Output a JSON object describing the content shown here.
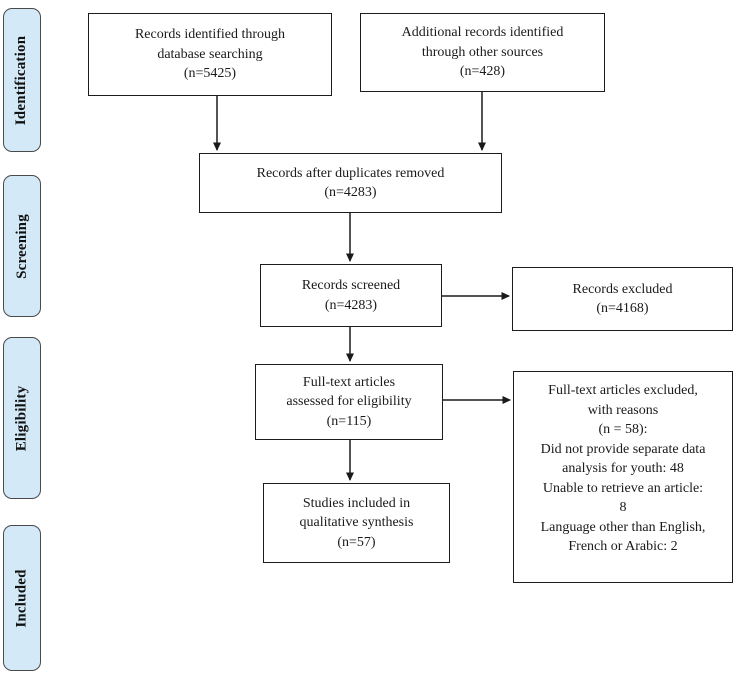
{
  "stages": [
    {
      "label": "Identification"
    },
    {
      "label": "Screening"
    },
    {
      "label": "Eligibility"
    },
    {
      "label": "Included"
    }
  ],
  "boxes": {
    "identified_db": "Records identified through\ndatabase searching\n(n=5425)",
    "identified_other": "Additional records identified\nthrough other sources\n(n=428)",
    "after_duplicates": "Records after duplicates removed\n(n=4283)",
    "screened": "Records screened\n(n=4283)",
    "excluded": "Records excluded\n(n=4168)",
    "fulltext_assessed": "Full-text articles\nassessed for eligibility\n(n=115)",
    "fulltext_excluded": "Full-text articles excluded,\nwith reasons\n(n = 58):\nDid not provide separate data\nanalysis for youth: 48\nUnable to retrieve an article:\n8\nLanguage other than English,\nFrench or Arabic: 2",
    "included_qualitative": "Studies included in\nqualitative synthesis\n(n=57)"
  },
  "counts": {
    "identified_db": 5425,
    "identified_other": 428,
    "after_duplicates": 4283,
    "screened": 4283,
    "excluded": 4168,
    "fulltext_assessed": 115,
    "fulltext_excluded": 58,
    "fulltext_excluded_reasons": [
      {
        "reason": "Did not provide separate data analysis for youth",
        "n": 48
      },
      {
        "reason": "Unable to retrieve an article",
        "n": 8
      },
      {
        "reason": "Language other than English, French or Arabic",
        "n": 2
      }
    ],
    "included_qualitative": 57
  },
  "colors": {
    "stage_fill": "#d3e9f8",
    "stage_border": "#4a4a4a",
    "box_border": "#1c1c1c",
    "arrow": "#1a1a1a",
    "background": "#ffffff",
    "text": "#1a1a1a"
  }
}
